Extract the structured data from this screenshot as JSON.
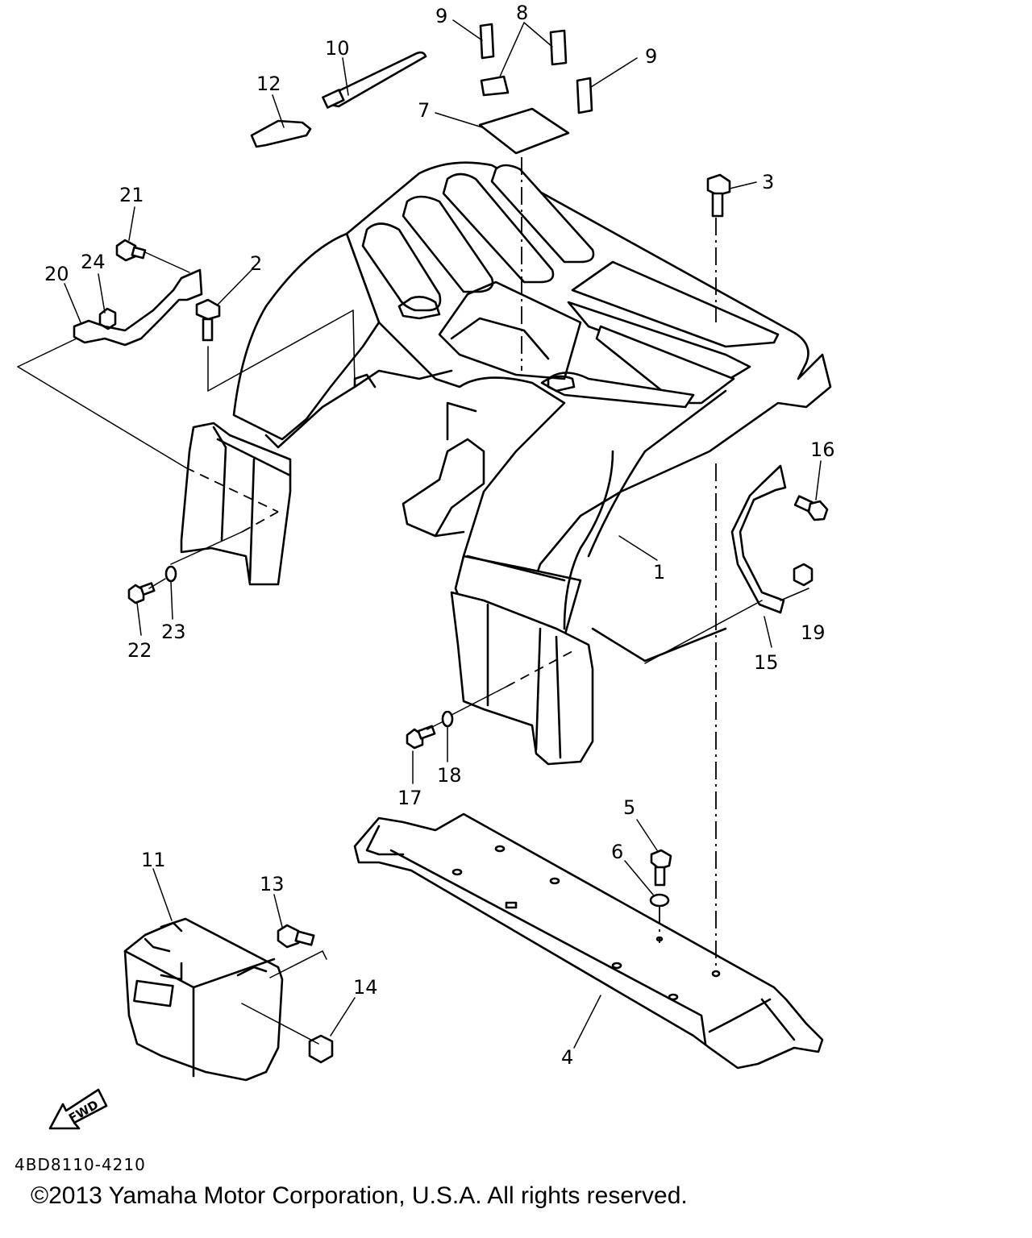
{
  "diagram": {
    "callouts": [
      {
        "id": "c1",
        "label": "1"
      },
      {
        "id": "c2",
        "label": "2"
      },
      {
        "id": "c3",
        "label": "3"
      },
      {
        "id": "c4",
        "label": "4"
      },
      {
        "id": "c5",
        "label": "5"
      },
      {
        "id": "c6",
        "label": "6"
      },
      {
        "id": "c7",
        "label": "7"
      },
      {
        "id": "c8",
        "label": "8"
      },
      {
        "id": "c9a",
        "label": "9"
      },
      {
        "id": "c9b",
        "label": "9"
      },
      {
        "id": "c10",
        "label": "10"
      },
      {
        "id": "c11",
        "label": "11"
      },
      {
        "id": "c12",
        "label": "12"
      },
      {
        "id": "c13",
        "label": "13"
      },
      {
        "id": "c14",
        "label": "14"
      },
      {
        "id": "c15",
        "label": "15"
      },
      {
        "id": "c16",
        "label": "16"
      },
      {
        "id": "c17",
        "label": "17"
      },
      {
        "id": "c18",
        "label": "18"
      },
      {
        "id": "c19",
        "label": "19"
      },
      {
        "id": "c20",
        "label": "20"
      },
      {
        "id": "c21",
        "label": "21"
      },
      {
        "id": "c22",
        "label": "22"
      },
      {
        "id": "c23",
        "label": "23"
      },
      {
        "id": "c24",
        "label": "24"
      }
    ],
    "fwd_label": "FWD",
    "drawing_code": "4BD8110-4210",
    "copyright": "©2013 Yamaha Motor Corporation, U.S.A. All rights reserved."
  }
}
